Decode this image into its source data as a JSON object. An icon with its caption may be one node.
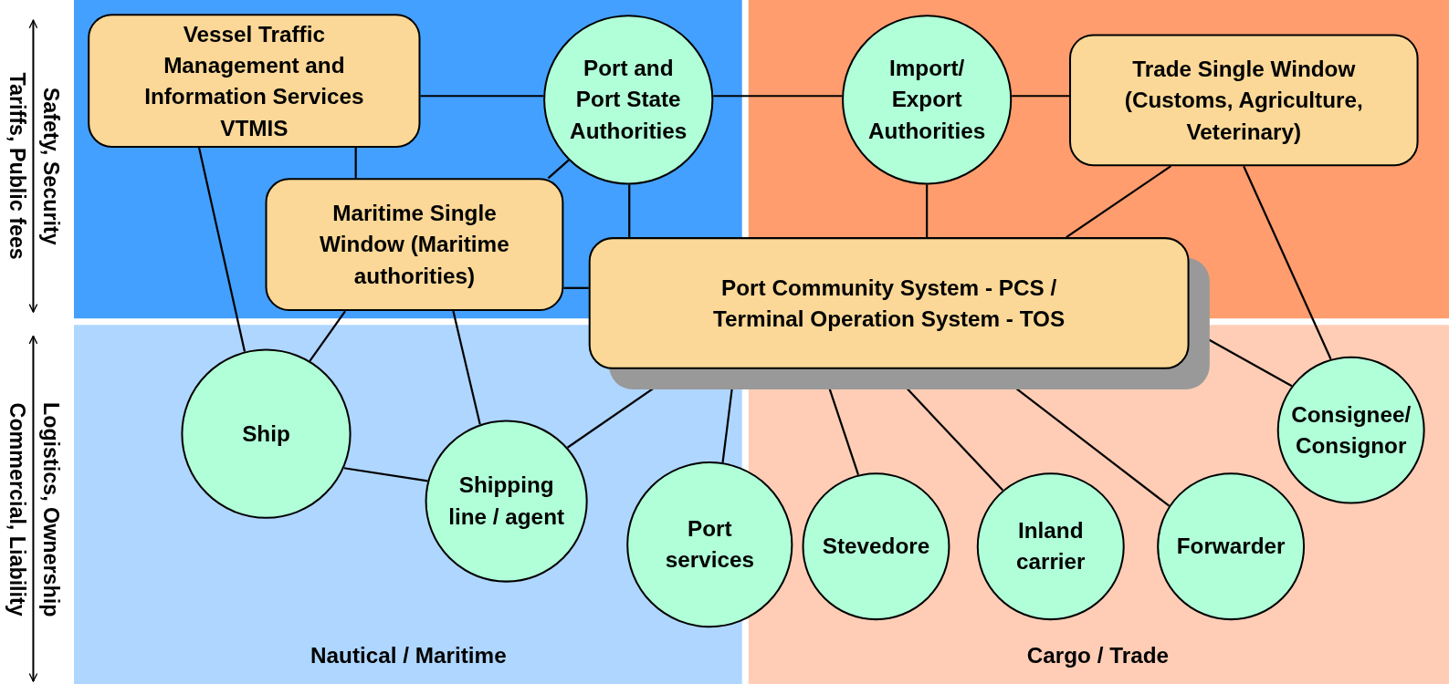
{
  "diagram": {
    "nodes": [
      {
        "text": [
          "Vessel Traffic Management and Information Services VTMIS"
        ]
      },
      {
        "text": [
          "Port and Port State Authorities"
        ]
      },
      {
        "text": [
          "Import/ Export Authorities"
        ]
      },
      {
        "text": [
          "Trade Single Window (Customs, Agriculture, Veterinary)"
        ]
      },
      {
        "text": [
          "Maritime Single Window (Maritime authorities)"
        ]
      },
      {
        "text": [
          "Port Community System - PCS / Terminal Operation System - TOS"
        ]
      },
      {
        "text": [
          "Ship"
        ]
      },
      {
        "text": [
          "Shipping line / agent"
        ]
      },
      {
        "text": [
          "Port services"
        ]
      },
      {
        "text": [
          "Stevedore"
        ]
      },
      {
        "text": [
          "Inland carrier"
        ]
      },
      {
        "text": [
          "Forwarder"
        ]
      },
      {
        "text": [
          "Consignee/ Consignor"
        ]
      }
    ],
    "edges": [
      {
        "from": 0,
        "to": 1,
        "arrow": "none"
      },
      {
        "from": 1,
        "to": 2,
        "arrow": "none"
      },
      {
        "from": 2,
        "to": 3,
        "arrow": "none"
      },
      {
        "from": 0,
        "to": 4,
        "arrow": "none"
      },
      {
        "from": 1,
        "to": 4,
        "arrow": "none"
      },
      {
        "from": 1,
        "to": 5,
        "arrow": "none"
      },
      {
        "from": 4,
        "to": 5,
        "arrow": "none"
      },
      {
        "from": 0,
        "to": 6,
        "arrow": "none"
      },
      {
        "from": 4,
        "to": 6,
        "arrow": "none"
      },
      {
        "from": 4,
        "to": 7,
        "arrow": "none"
      },
      {
        "from": 6,
        "to": 7,
        "arrow": "none"
      },
      {
        "from": 2,
        "to": 5,
        "arrow": "none"
      },
      {
        "from": 3,
        "to": 5,
        "arrow": "none"
      },
      {
        "from": 3,
        "to": 12,
        "arrow": "none"
      },
      {
        "from": 5,
        "to": 7,
        "arrow": "none"
      },
      {
        "from": 5,
        "to": 8,
        "arrow": "none"
      },
      {
        "from": 5,
        "to": 9,
        "arrow": "none"
      },
      {
        "from": 5,
        "to": 10,
        "arrow": "none"
      },
      {
        "from": 5,
        "to": 11,
        "arrow": "none"
      },
      {
        "from": 5,
        "to": 12,
        "arrow": "none"
      }
    ],
    "labels": [
      "Safety, Security Tariffs, Public fees",
      "Logistics, Ownership Commercial, Liability",
      "Nautical / Maritime",
      "Cargo / Trade"
    ]
  }
}
